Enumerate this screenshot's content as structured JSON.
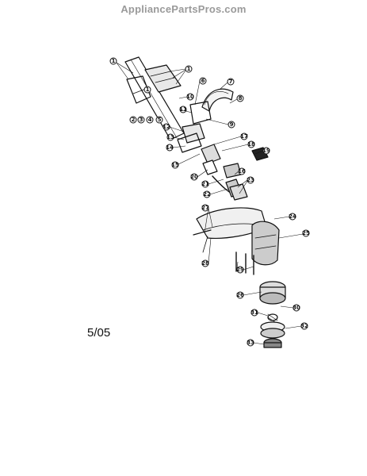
{
  "header": {
    "site_name": "AppliancePartsPros.com"
  },
  "diagram": {
    "date_code": "5/05",
    "callouts": [
      "1",
      "1",
      "1",
      "2",
      "3",
      "4",
      "5",
      "6",
      "7",
      "8",
      "9",
      "10",
      "11",
      "12",
      "13",
      "14",
      "15",
      "16",
      "17",
      "18",
      "19",
      "20",
      "21",
      "22",
      "23",
      "24",
      "25",
      "26",
      "27",
      "28",
      "29",
      "30",
      "31",
      "32",
      "33"
    ]
  }
}
